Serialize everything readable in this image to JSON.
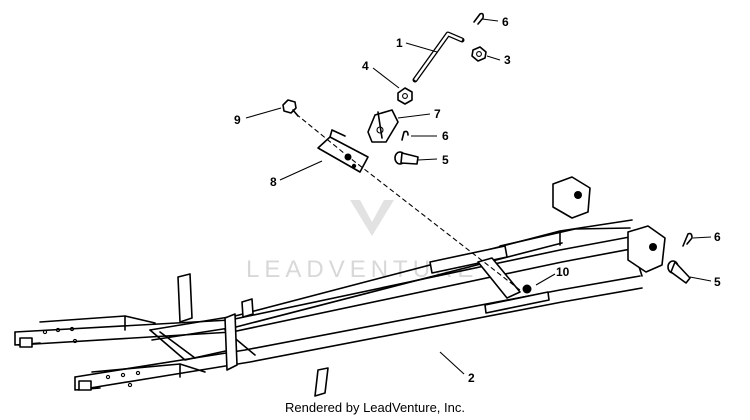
{
  "watermark": {
    "text": "LEADVENTURE"
  },
  "footer": {
    "text": "Rendered by LeadVenture, Inc."
  },
  "callouts": [
    {
      "id": "c1",
      "number": "1"
    },
    {
      "id": "c2",
      "number": "2"
    },
    {
      "id": "c3",
      "number": "3"
    },
    {
      "id": "c4",
      "number": "4"
    },
    {
      "id": "c5a",
      "number": "5"
    },
    {
      "id": "c5b",
      "number": "5"
    },
    {
      "id": "c6a",
      "number": "6"
    },
    {
      "id": "c6b",
      "number": "6"
    },
    {
      "id": "c6c",
      "number": "6"
    },
    {
      "id": "c7",
      "number": "7"
    },
    {
      "id": "c8",
      "number": "8"
    },
    {
      "id": "c9",
      "number": "9"
    },
    {
      "id": "c10",
      "number": "10"
    }
  ]
}
